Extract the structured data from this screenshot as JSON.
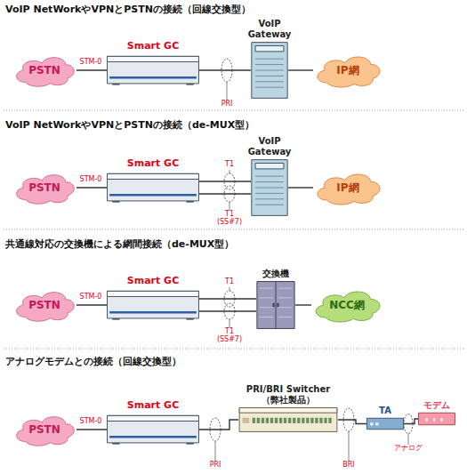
{
  "diagram": {
    "nodes": [
      {
        "text": [
          "PSTN"
        ]
      },
      {
        "text": [
          "Smart GC"
        ]
      },
      {
        "text": [
          "VoIP Gateway"
        ]
      },
      {
        "text": [
          "IP網"
        ]
      },
      {
        "text": [
          "PSTN"
        ]
      },
      {
        "text": [
          "Smart GC"
        ]
      },
      {
        "text": [
          "VoIP Gateway"
        ]
      },
      {
        "text": [
          "IP網"
        ]
      },
      {
        "text": [
          "PSTN"
        ]
      },
      {
        "text": [
          "Smart GC"
        ]
      },
      {
        "text": [
          "交換機"
        ]
      },
      {
        "text": [
          "NCC網"
        ]
      },
      {
        "text": [
          "PSTN"
        ]
      },
      {
        "text": [
          "Smart GC"
        ]
      },
      {
        "text": [
          "PRI/BRI Switcher （弊社製品）"
        ]
      },
      {
        "text": [
          "TA"
        ]
      },
      {
        "text": [
          "モデム"
        ]
      }
    ],
    "edges": [
      {
        "from": 0,
        "to": 1,
        "label": "STM-0",
        "arrow": "none"
      },
      {
        "from": 1,
        "to": 2,
        "label": "PRI",
        "arrow": "none"
      },
      {
        "from": 2,
        "to": 3,
        "arrow": "none"
      },
      {
        "from": 4,
        "to": 5,
        "label": "STM-0",
        "arrow": "none"
      },
      {
        "from": 5,
        "to": 6,
        "label": "T1",
        "arrow": "none"
      },
      {
        "from": 5,
        "to": 6,
        "label": "T1 (SS#7)",
        "arrow": "none"
      },
      {
        "from": 6,
        "to": 7,
        "arrow": "none"
      },
      {
        "from": 8,
        "to": 9,
        "label": "STM-0",
        "arrow": "none"
      },
      {
        "from": 9,
        "to": 10,
        "label": "T1",
        "arrow": "none"
      },
      {
        "from": 9,
        "to": 10,
        "label": "T1 (SS#7)",
        "arrow": "none"
      },
      {
        "from": 10,
        "to": 11,
        "arrow": "none"
      },
      {
        "from": 12,
        "to": 13,
        "label": "STM-0",
        "arrow": "none"
      },
      {
        "from": 13,
        "to": 14,
        "label": "PRI",
        "arrow": "none"
      },
      {
        "from": 14,
        "to": 15,
        "label": "BRI",
        "arrow": "none"
      },
      {
        "from": 15,
        "to": 16,
        "label": "アナログ",
        "arrow": "none"
      }
    ],
    "labels": [
      "VoIP NetWorkやVPNとPSTNの接続（回線交換型）",
      "VoIP NetWorkやVPNとPSTNの接続（de-MUX型）",
      "共通線対応の交換機による網間接続（de-MUX型）",
      "アナログモデムとの接続（回線交換型）"
    ]
  }
}
